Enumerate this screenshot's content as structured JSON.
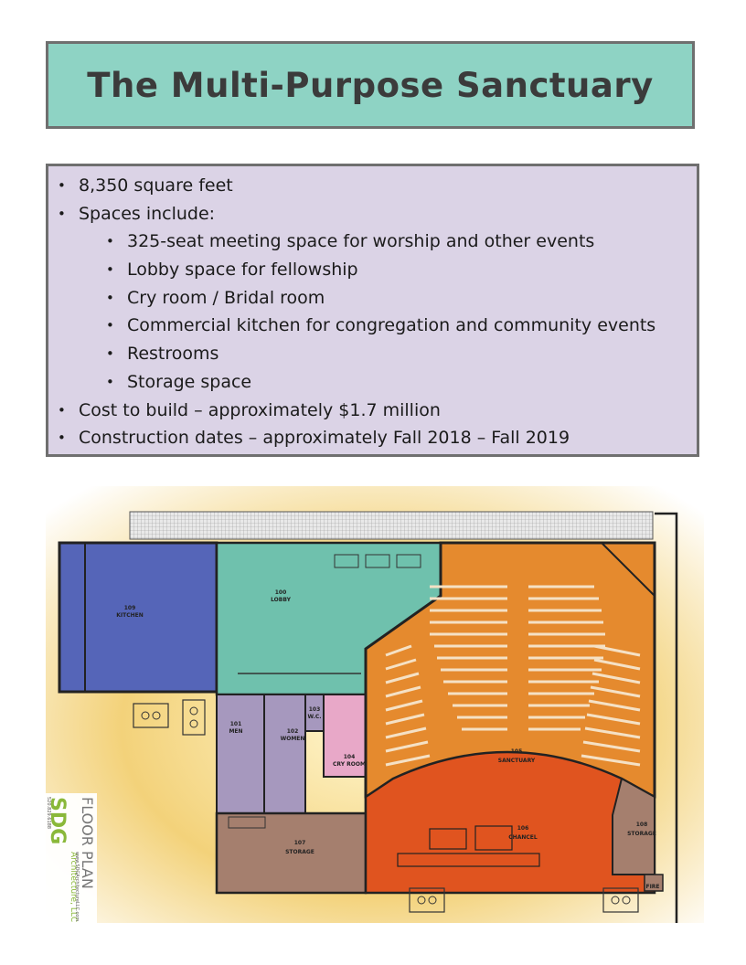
{
  "title": "The Multi-Purpose Sanctuary",
  "details": {
    "area": "8,350 square feet",
    "spaces_heading": "Spaces include:",
    "spaces": [
      "325-seat meeting space for worship and other events",
      "Lobby space for fellowship",
      "Cry room / Bridal room",
      "Commercial kitchen for congregation and community events",
      "Restrooms",
      "Storage space"
    ],
    "cost": "Cost to build – approximately $1.7 million",
    "dates": "Construction dates – approximately Fall 2018 – Fall 2019"
  },
  "floor_plan": {
    "rooms": {
      "kitchen": {
        "number": "109",
        "name": "KITCHEN"
      },
      "lobby": {
        "number": "100",
        "name": "LOBBY"
      },
      "men": {
        "number": "101",
        "name": "MEN"
      },
      "women": {
        "number": "102",
        "name": "WOMEN"
      },
      "wc": {
        "number": "103",
        "name": "W.C."
      },
      "cry_room": {
        "number": "104",
        "name": "CRY ROOM"
      },
      "sanctuary": {
        "number": "105",
        "name": "SANCTUARY"
      },
      "chancel": {
        "number": "106",
        "name": "CHANCEL"
      },
      "storage_107": {
        "number": "107",
        "name": "STORAGE"
      },
      "storage_108": {
        "number": "108",
        "name": "STORAGE"
      },
      "fire": {
        "number": "",
        "name": "FIRE"
      }
    },
    "brand": {
      "logo": "SDG",
      "company": "Architecture, LLC",
      "phone": "520.829.6188",
      "website": "www.SDGArchitectureLLC.com",
      "plan_label": "FLOOR PLAN"
    },
    "colors": {
      "kitchen": "#5565b8",
      "lobby": "#6fc1ad",
      "restrooms": "#a698be",
      "cry_room": "#e8a8c8",
      "sanctuary": "#e58a2e",
      "chancel": "#e0541f",
      "storage": "#a57f6e",
      "background_glow": "#f3d27a"
    }
  }
}
